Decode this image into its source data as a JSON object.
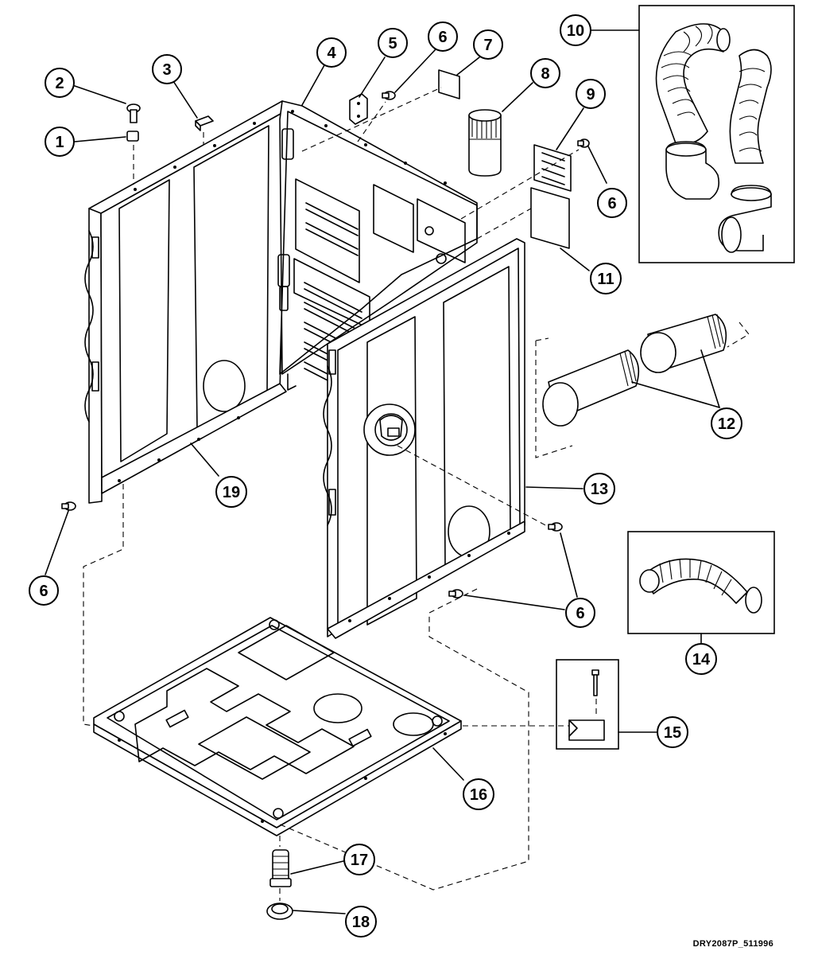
{
  "diagram": {
    "drawing_id": "DRY2087P_511996",
    "callouts": [
      "1",
      "2",
      "3",
      "4",
      "5",
      "6",
      "7",
      "8",
      "9",
      "10",
      "11",
      "12",
      "13",
      "14",
      "15",
      "16",
      "17",
      "18",
      "19"
    ]
  }
}
